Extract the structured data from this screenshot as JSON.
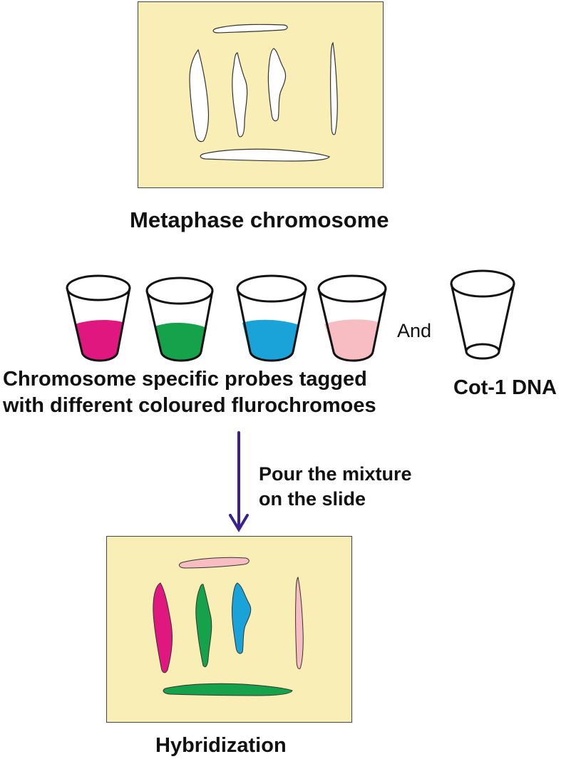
{
  "labels": {
    "metaphase": "Metaphase chromosome",
    "and": "And",
    "probes_line1": "Chromosome specific probes tagged",
    "probes_line2": "with different coloured flurochromoes",
    "cot": "Cot-1 DNA",
    "pour_line1": "Pour the mixture",
    "pour_line2": "on the slide",
    "hybridization": "Hybridization"
  },
  "colors": {
    "slide": "#f9efb6",
    "magenta": "#e0177f",
    "green": "#15a24a",
    "blue": "#1aa3d8",
    "pink": "#f8bcc3",
    "arrow": "#3a1f8f",
    "unstained": "#ffffff"
  },
  "cups": [
    {
      "name": "magenta-probe-cup",
      "fill": "magenta"
    },
    {
      "name": "green-probe-cup",
      "fill": "green"
    },
    {
      "name": "blue-probe-cup",
      "fill": "blue"
    },
    {
      "name": "pink-probe-cup",
      "fill": "pink"
    },
    {
      "name": "cot1-dna-cup",
      "fill": null
    }
  ]
}
